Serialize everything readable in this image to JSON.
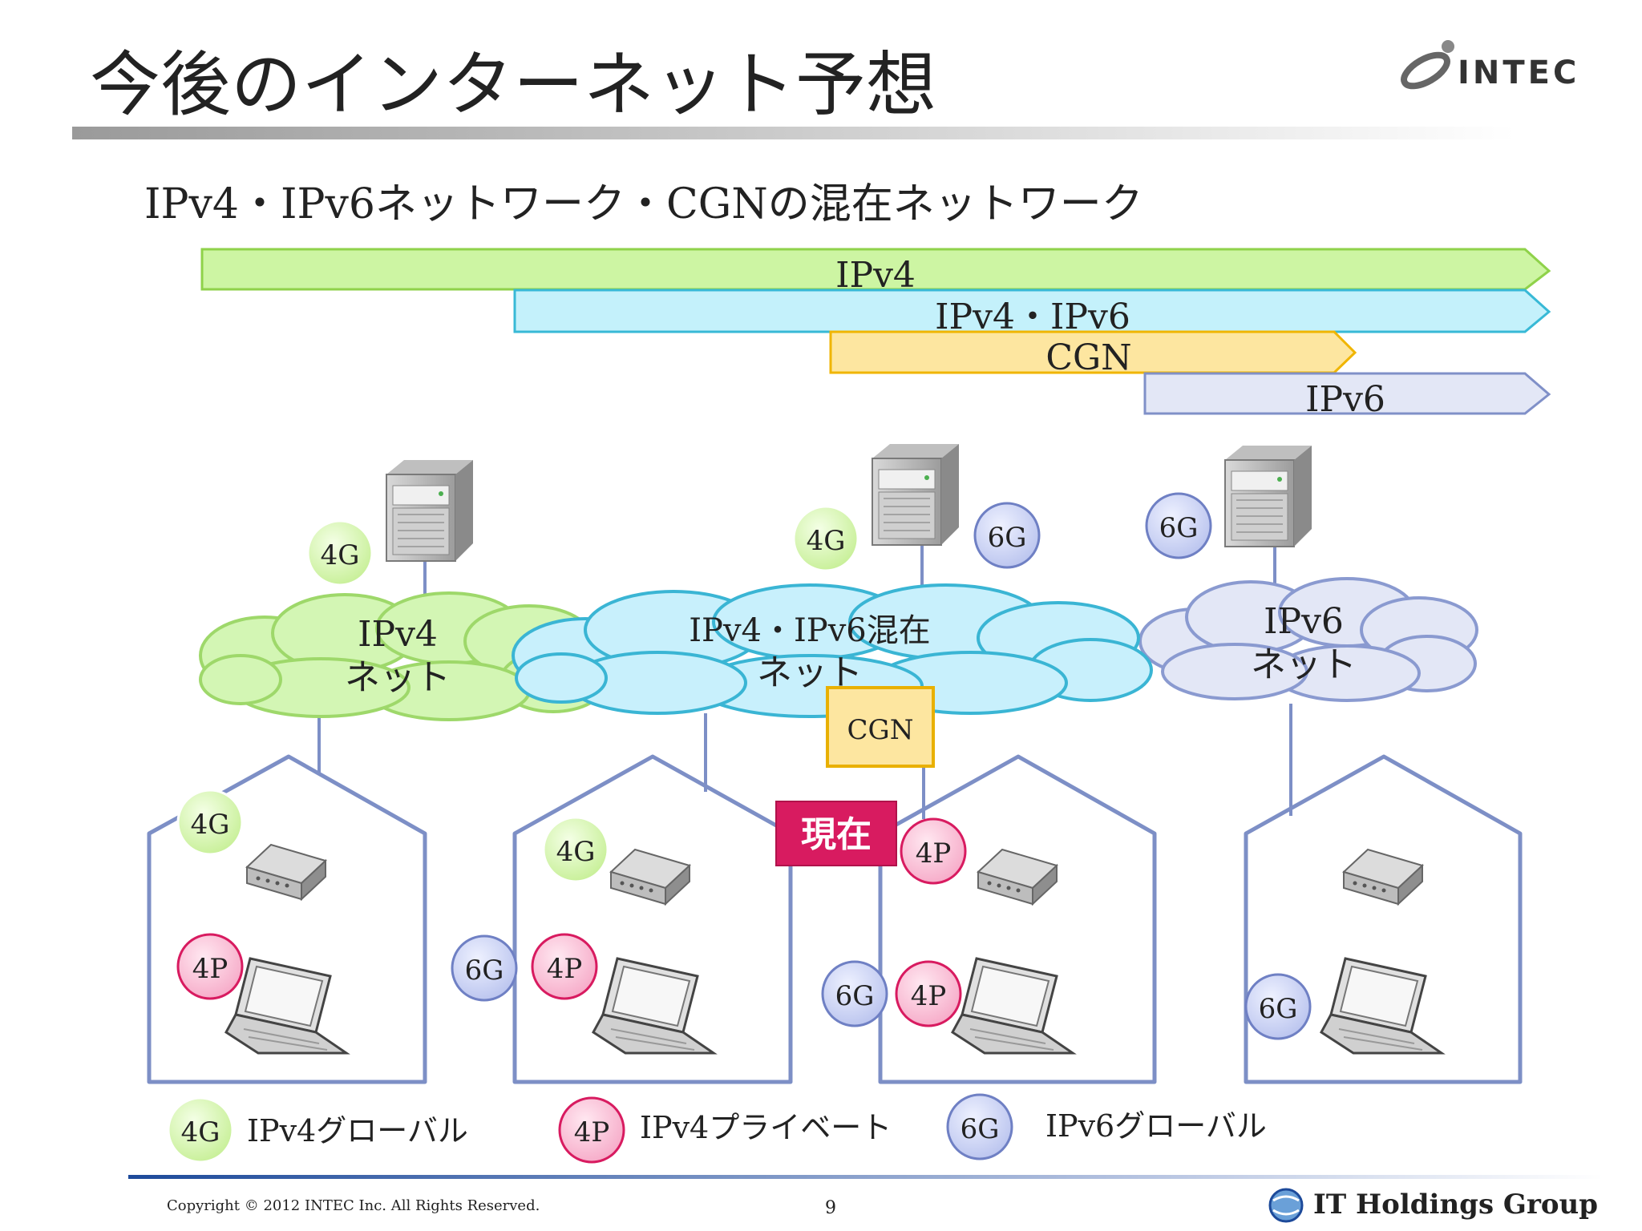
{
  "title": "今後のインターネット予想",
  "subtitle": "IPv4・IPv6ネットワーク・CGNの混在ネットワーク",
  "logo": {
    "text": "INTEC"
  },
  "timeline": [
    {
      "label": "IPv4",
      "fill": "#cdf5a3",
      "stroke": "#8fd24a"
    },
    {
      "label": "IPv4・IPv6",
      "fill": "#c4f1fb",
      "stroke": "#38b9d6"
    },
    {
      "label": "CGN",
      "fill": "#fde6a0",
      "stroke": "#f0b500"
    },
    {
      "label": "IPv6",
      "fill": "#e3e7f6",
      "stroke": "#8090c8"
    }
  ],
  "clouds": {
    "ipv4": {
      "line1": "IPv4",
      "line2": "ネット"
    },
    "mixed": {
      "line1": "IPv4・IPv6混在",
      "line2": "ネット"
    },
    "ipv6": {
      "line1": "IPv6",
      "line2": "ネット"
    }
  },
  "cgn_box": "CGN",
  "current_badge": "現在",
  "badges": {
    "g4": "4G",
    "p4": "4P",
    "g6": "6G"
  },
  "legend": [
    {
      "badge": "4G",
      "label": "IPv4グローバル"
    },
    {
      "badge": "4P",
      "label": "IPv4プライベート"
    },
    {
      "badge": "6G",
      "label": "IPv6グローバル"
    }
  ],
  "colors": {
    "green_badge": "#d9f7b5",
    "pink_badge": "#f9c2d8",
    "blue_badge": "#c9d1f2",
    "house_stroke": "#7d8fc6",
    "accent_pink": "#d81b60"
  },
  "footer": {
    "copyright": "Copyright © 2012 INTEC Inc. All Rights Reserved.",
    "page_number": "9",
    "brand": "IT Holdings Group"
  }
}
